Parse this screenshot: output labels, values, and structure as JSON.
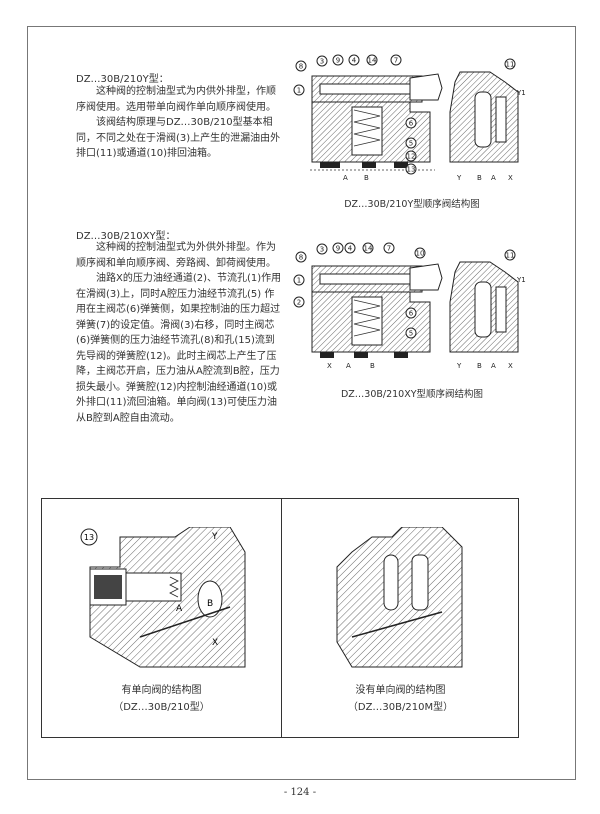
{
  "section1": {
    "title": "DZ…30B/210Y型：",
    "paragraphs": [
      "这种阀的控制油型式为内供外排型，作顺序阀使用。选用带单向阀作单向顺序阀使用。",
      "该阀结构原理与DZ…30B/210型基本相同，不同之处在于滑阀(3)上产生的泄漏油由外排口(11)或通道(10)排回油箱。"
    ],
    "figure_caption": "DZ…30B/210Y型顺序阀结构图",
    "labels": {
      "l8": "8",
      "l3": "3",
      "l9": "9",
      "l4": "4",
      "l14": "14",
      "l7": "7",
      "l1": "1",
      "l6": "6",
      "l5": "5",
      "l12": "12",
      "l13": "13",
      "l11": "11",
      "y1": "Y1",
      "pA": "A",
      "pB": "B",
      "sY": "Y",
      "sB": "B",
      "sA": "A",
      "sX": "X"
    }
  },
  "section2": {
    "title": "DZ…30B/210XY型：",
    "paragraphs": [
      "这种阀的控制油型式为外供外排型。作为顺序阀和单向顺序阀、旁路阀、卸荷阀使用。",
      "油路X的压力油经通道(2)、节流孔(1)作用在滑阀(3)上，同时A腔压力油经节流孔(5) 作用在主阀芯(6)弹簧侧，如果控制油的压力超过弹簧(7)的设定值。滑阀(3)右移，同时主阀芯(6)弹簧侧的压力油经节流孔(8)和孔(15)流到先导阀的弹簧腔(12)。此时主阀芯上产生了压降，主阀芯开启，压力油从A腔流到B腔，压力损失最小。弹簧腔(12)内控制油经通道(10)或外排口(11)流回油箱。单向阀(13)可使压力油从B腔到A腔自由流动。"
    ],
    "figure_caption": "DZ…30B/210XY型顺序阀结构图",
    "labels": {
      "l8": "8",
      "l3": "3",
      "l9": "9",
      "l4": "4",
      "l14": "14",
      "l7": "7",
      "l10": "10",
      "l1": "1",
      "l2": "2",
      "l6": "6",
      "l5": "5",
      "l11": "11",
      "y1": "Y1",
      "pX": "X",
      "pA": "A",
      "pB": "B",
      "sY": "Y",
      "sB": "B",
      "sA": "A",
      "sX": "X"
    }
  },
  "bottom": {
    "left": {
      "line1": "有单向阀的结构图",
      "line2": "（DZ…30B/210型）",
      "l13": "13",
      "a": "A",
      "b": "B",
      "y": "Y",
      "x": "X"
    },
    "right": {
      "line1": "没有单向阀的结构图",
      "line2": "（DZ…30B/210M型）"
    }
  },
  "page_number": "- 124 -"
}
